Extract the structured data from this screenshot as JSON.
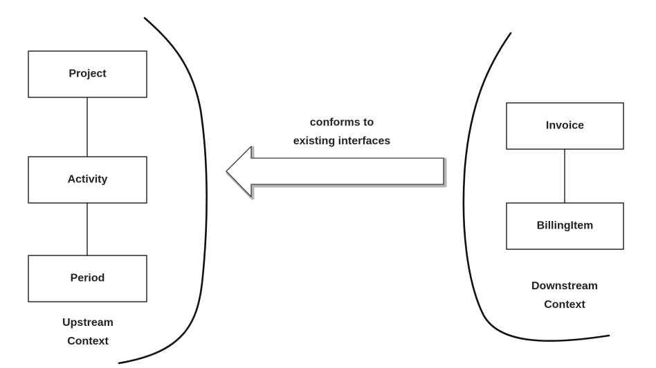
{
  "upstream": {
    "entities": [
      "Project",
      "Activity",
      "Period"
    ],
    "caption_line1": "Upstream",
    "caption_line2": "Context"
  },
  "downstream": {
    "entities": [
      "Invoice",
      "BillingItem"
    ],
    "caption_line1": "Downstream",
    "caption_line2": "Context"
  },
  "relationship": {
    "label_line1": "conforms to",
    "label_line2": "existing interfaces"
  }
}
